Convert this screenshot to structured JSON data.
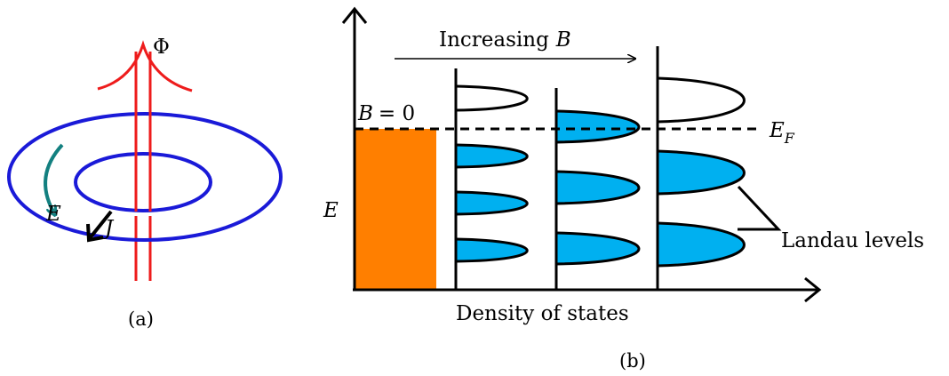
{
  "panel_a": {
    "flux_symbol": "Φ",
    "field_symbol": "E",
    "current_symbol": "J",
    "caption": "(a)"
  },
  "panel_b": {
    "increasing_label": "Increasing",
    "increasing_symbol": "B",
    "b_zero_symbol": "B",
    "b_zero_value": "= 0",
    "fermi_symbol": "E",
    "fermi_subscript": "F",
    "energy_axis_label": "E",
    "dos_axis_label": "Density of states",
    "landau_label": "Landau levels",
    "caption": "(b)"
  },
  "colors": {
    "flux_line": "#ee1c1c",
    "ring": "#1a1ad8",
    "field_arrow": "#138080",
    "continuum_fill": "#ff7f00",
    "filled_level": "#00b0f0",
    "outline": "#000000"
  }
}
